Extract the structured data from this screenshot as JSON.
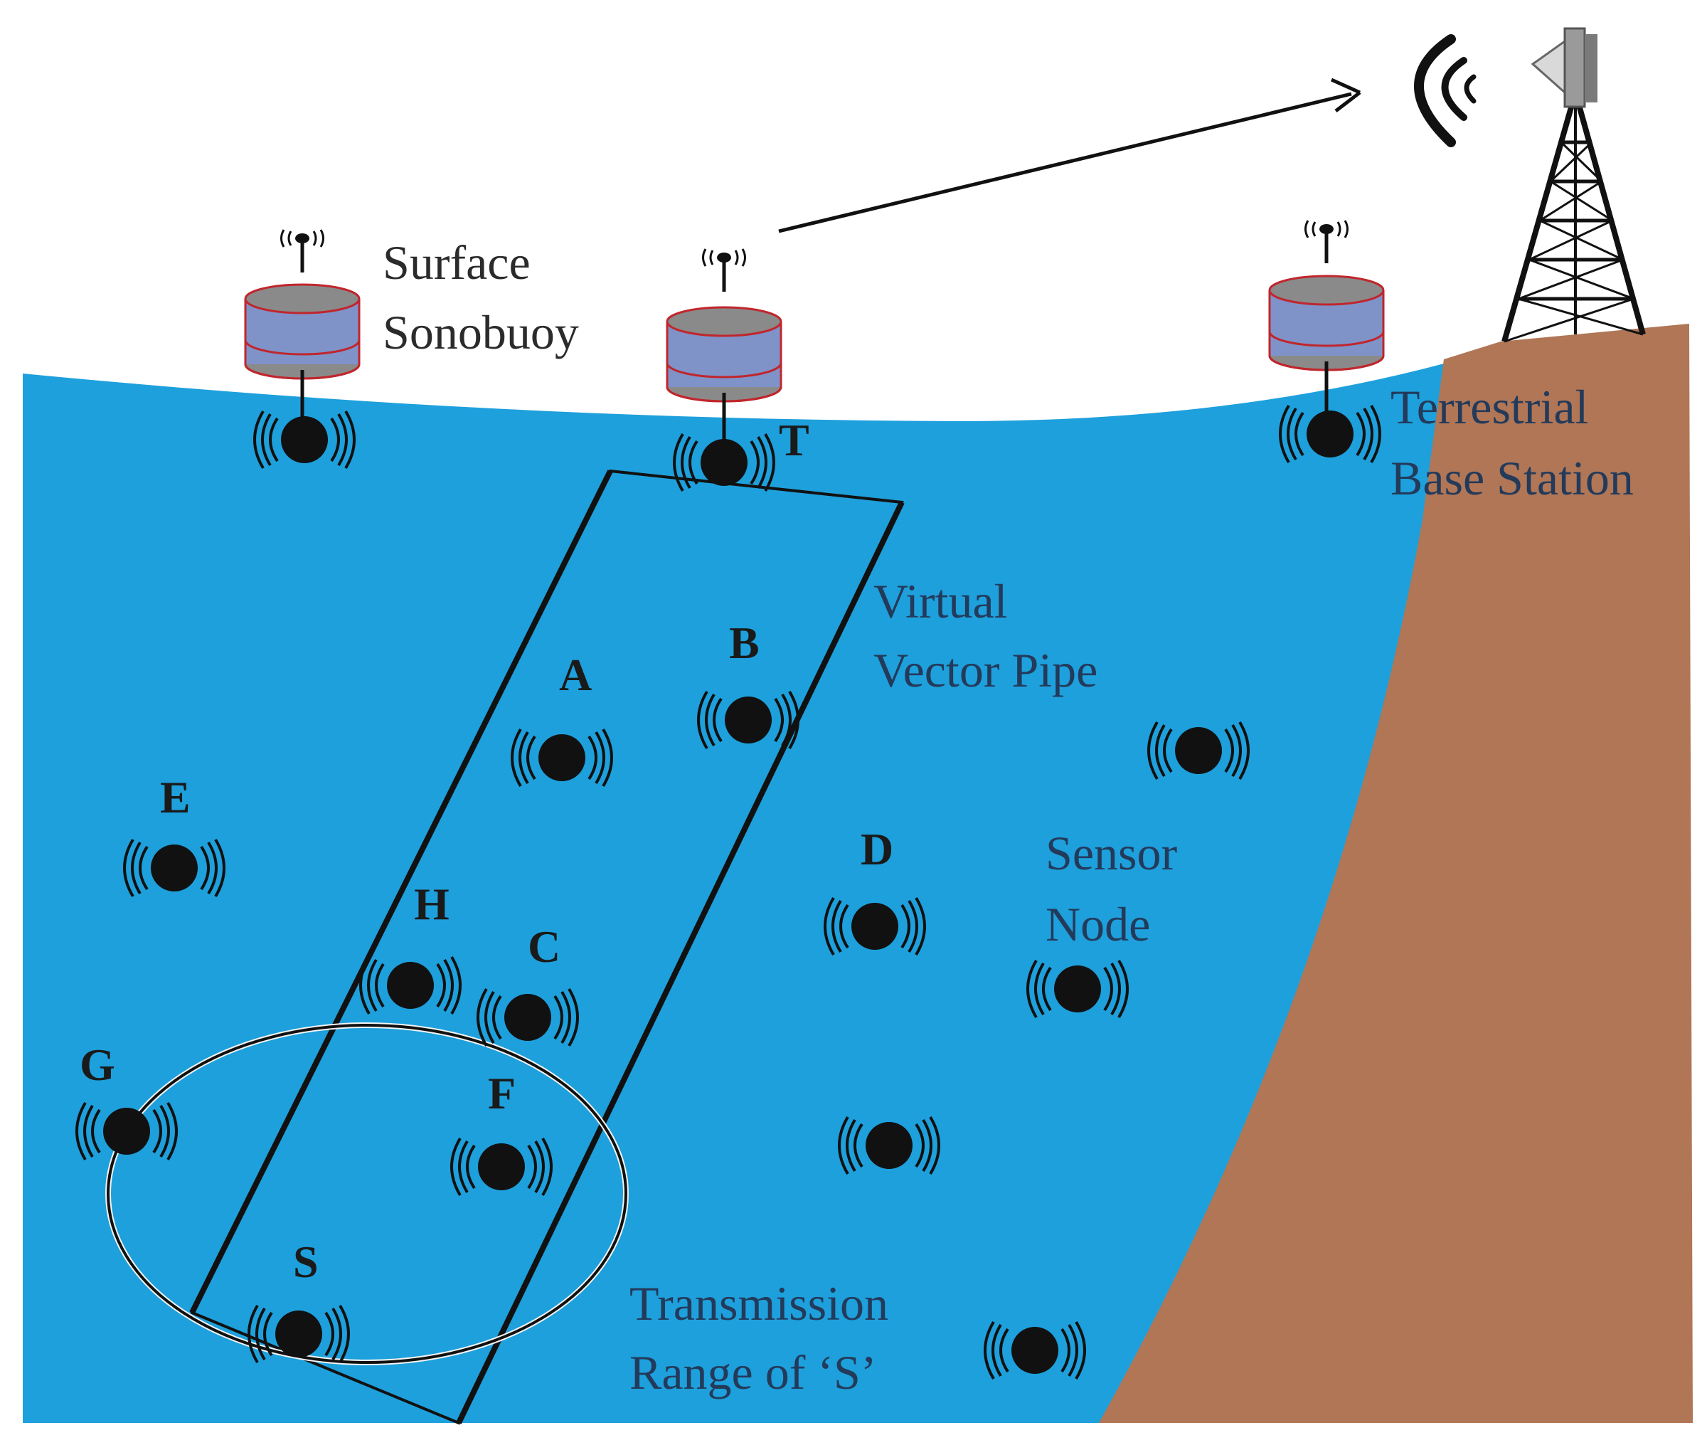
{
  "colors": {
    "water": "#1ea0dc",
    "land": "#b07656",
    "node_fill": "#111111",
    "buoy_body": "#7f93c9",
    "buoy_cap": "#8a8a8a",
    "buoy_rim": "#c0262c",
    "line": "#111111"
  },
  "labels": {
    "surface_sonobuoy": [
      "Surface",
      "Sonobuoy"
    ],
    "terrestrial_base_station": [
      "Terrestrial",
      "Base Station"
    ],
    "virtual_vector_pipe": [
      "Virtual",
      "Vector Pipe"
    ],
    "sensor_node": [
      "Sensor",
      "Node"
    ],
    "transmission_range": [
      "Transmission",
      "Range of ‘S’"
    ]
  },
  "nodes": [
    {
      "id": "T",
      "name": "T"
    },
    {
      "id": "A",
      "name": "A"
    },
    {
      "id": "B",
      "name": "B"
    },
    {
      "id": "C",
      "name": "C"
    },
    {
      "id": "D",
      "name": "D"
    },
    {
      "id": "E",
      "name": "E"
    },
    {
      "id": "F",
      "name": "F"
    },
    {
      "id": "G",
      "name": "G"
    },
    {
      "id": "H",
      "name": "H"
    },
    {
      "id": "S",
      "name": "S"
    }
  ],
  "icons": {
    "buoy": "sonobuoy-icon",
    "sensor": "sensor-node-icon",
    "tower": "base-station-tower-icon",
    "signal": "wireless-signal-icon",
    "antenna": "antenna-icon"
  }
}
